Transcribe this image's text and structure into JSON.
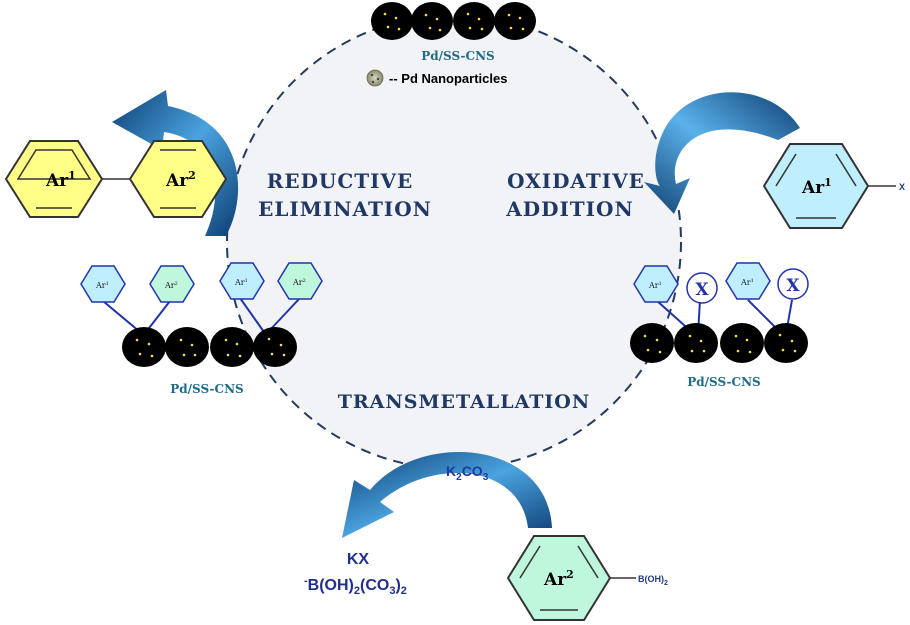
{
  "catalyst": {
    "top_label": "Pd/SS-CNS",
    "left_label": "Pd/SS-CNS",
    "right_label": "Pd/SS-CNS",
    "legend_text": "-- Pd Nanoparticles"
  },
  "stages": {
    "reductive": [
      "REDUCTIVE",
      "ELIMINATION"
    ],
    "oxidative": [
      "OXIDATIVE",
      "ADDITION"
    ],
    "transmetallation": "TRANSMETALLATION"
  },
  "reagents": {
    "base_main": "K",
    "base_sub1": "2",
    "base_mid": "CO",
    "base_sub2": "3",
    "byproduct_line1": "KX",
    "byproduct_line2_pre": "-",
    "byproduct_line2_a": "B(OH)",
    "byproduct_line2_s1": "2",
    "byproduct_line2_b": "(CO",
    "byproduct_line2_s2": "3",
    "byproduct_line2_c": ")",
    "byproduct_line2_s3": "2"
  },
  "molecules": {
    "ar_prefix": "Ar",
    "ar1_sup": "1",
    "ar2_sup": "2",
    "halide": "X",
    "boronic_main": "B(OH)",
    "boronic_sub": "2"
  },
  "colors": {
    "yellow_ring": "#ffff88",
    "cyan_ring": "#bfefff",
    "green_ring": "#bff7dd",
    "arrow_blue": "#2a6fb0",
    "circle_fill": "#f2f3f7"
  }
}
